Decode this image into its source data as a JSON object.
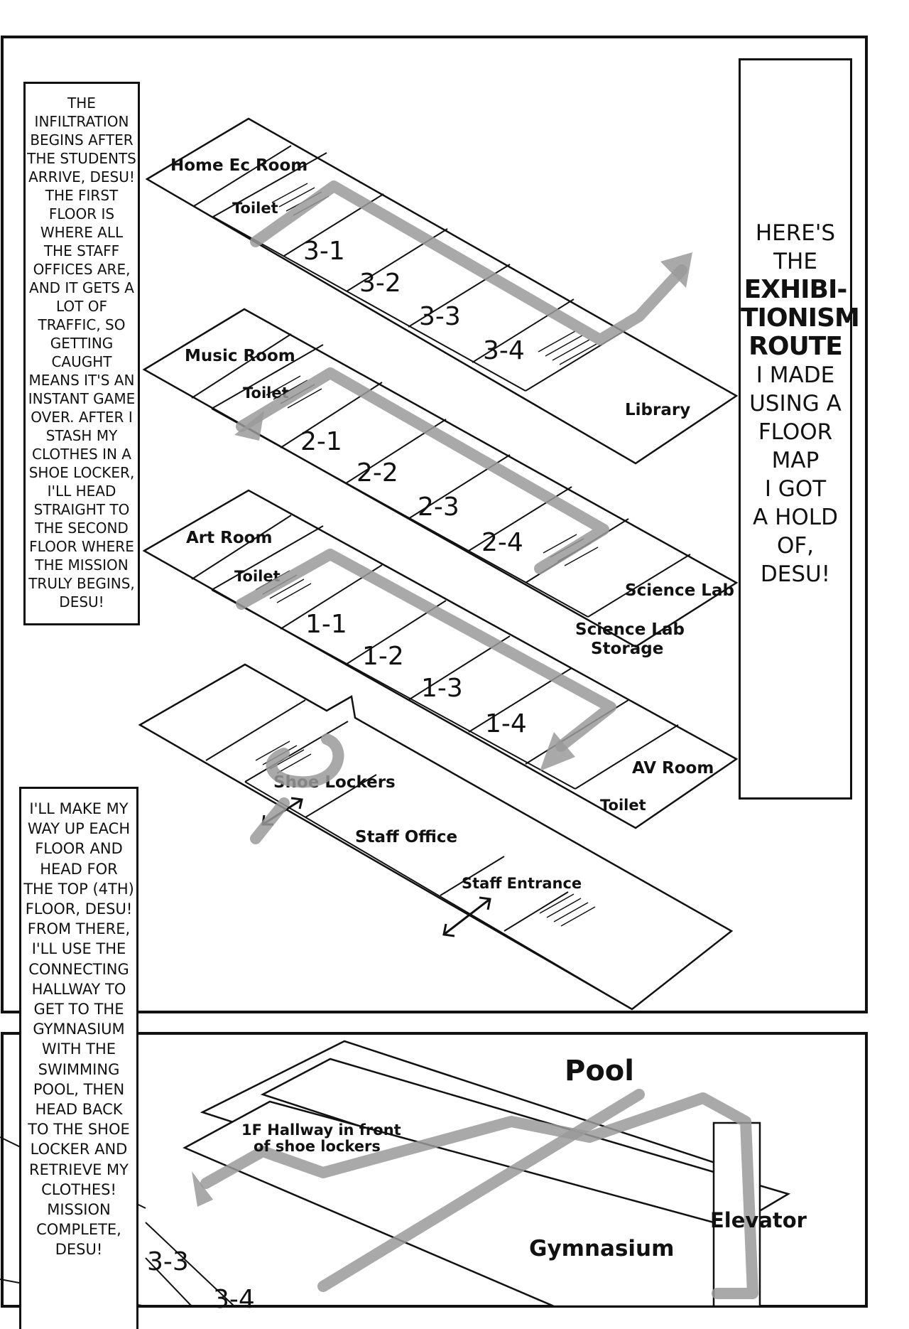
{
  "narration_top": "The infiltration begins after the students arrive, desu! The first floor is where all the staff offices are, and it gets a lot of traffic, so getting caught means it's an instant game over. After I stash my clothes in a shoe locker, I'll head straight to the second floor where the mission truly begins, desu!",
  "narration_bottom": "I'll make my way up each floor and head for the top (4th) floor, desu! From there, I'll use the connecting hallway to get to the gymnasium with the swimming pool, then head back to the shoe locker and retrieve my clothes! Mission complete, desu!",
  "title_box": {
    "line1": "Here's",
    "line2": "the",
    "strong1": "Exhibi-",
    "strong2": "tionism",
    "strong3": "route",
    "rest1": "I made",
    "rest2": "using a",
    "rest3": "floor",
    "rest4": "map",
    "rest5": "I got",
    "rest6": "a hold",
    "rest7": "of,",
    "rest8": "desu!"
  },
  "floor3": {
    "label_left": "Home Ec Room",
    "toilet": "Toilet",
    "rooms": [
      "3-1",
      "3-2",
      "3-3",
      "3-4"
    ]
  },
  "floor2": {
    "label_left": "Music Room",
    "toilet": "Toilet",
    "rooms": [
      "2-1",
      "2-2",
      "2-3",
      "2-4"
    ],
    "library": "Library"
  },
  "floor1": {
    "label_left": "Art Room",
    "toilet": "Toilet",
    "rooms": [
      "1-1",
      "1-2",
      "1-3",
      "1-4"
    ],
    "science_lab": "Science Lab",
    "science_storage_1": "Science Lab",
    "science_storage_2": "Storage"
  },
  "ground": {
    "shoe_lockers": "Shoe Lockers",
    "staff_office": "Staff Office",
    "staff_entrance": "Staff Entrance",
    "av_room": "AV Room",
    "toilet": "Toilet"
  },
  "bottom_panel": {
    "pool": "Pool",
    "hallway_1": "1F Hallway in front",
    "hallway_2": "of shoe lockers",
    "gymnasium": "Gymnasium",
    "elevator": "Elevator",
    "room_a": "3-3",
    "room_b": "3-4"
  },
  "colors": {
    "route": "#9a9a9a",
    "ink": "#111111"
  }
}
